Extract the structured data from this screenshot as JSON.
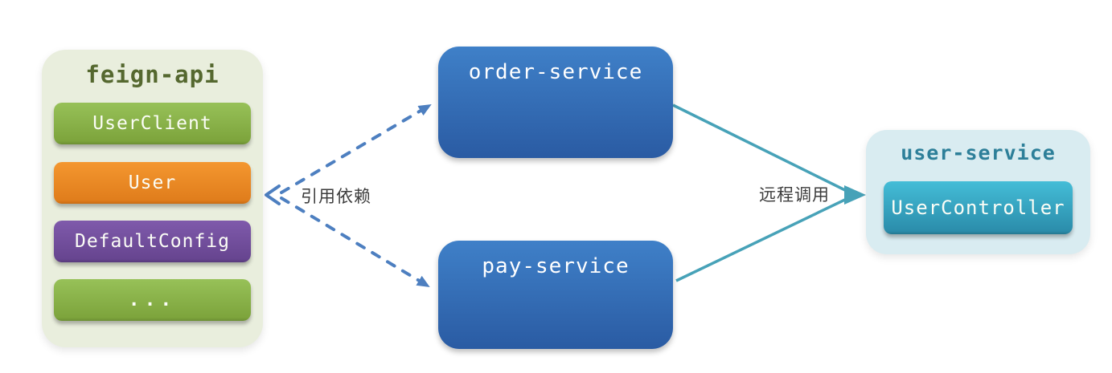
{
  "feign_api": {
    "title": "feign-api",
    "title_color": "#55682f",
    "bg_color": "#e9eedd",
    "items": [
      {
        "label": "UserClient",
        "color": "#8cb54d"
      },
      {
        "label": "User",
        "color": "#ee8b2b"
      },
      {
        "label": "DefaultConfig",
        "color": "#7a55a6"
      },
      {
        "label": "...",
        "color": "#8cb54d"
      }
    ]
  },
  "order_service": {
    "title": "order-service",
    "color": "#3575bd"
  },
  "pay_service": {
    "title": "pay-service",
    "color": "#3575bd"
  },
  "user_service": {
    "title": "user-service",
    "title_color": "#2d7f99",
    "bg_color": "#d9ecf1",
    "items": [
      {
        "label": "UserController",
        "color": "#35a9c6"
      }
    ]
  },
  "edges": {
    "dependency": {
      "label": "引用依赖",
      "style": "dashed",
      "color": "#4d7fc0"
    },
    "remote_call": {
      "label": "远程调用",
      "style": "solid",
      "color": "#47a2b8"
    }
  }
}
